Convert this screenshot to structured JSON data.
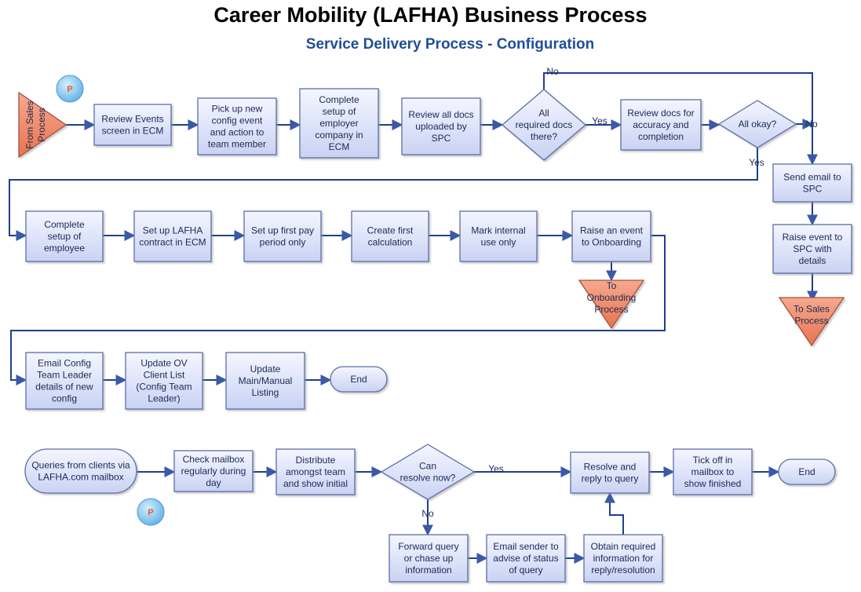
{
  "title": "Career Mobility (LAFHA) Business Process",
  "subtitle": "Service Delivery Process - Configuration",
  "colors": {
    "box_fill_top": "#f4f6ff",
    "box_fill_bottom": "#c9d2f3",
    "box_stroke": "#5a6ea8",
    "connector": "#1f3f8f",
    "offpage_fill": "#f08a6a",
    "offpage_stroke": "#a8503a",
    "badge_fill": "#7fc3ef",
    "badge_text": "#e8572a",
    "title_color": "#000000",
    "subtitle_color": "#1f4e97"
  },
  "badges": [
    {
      "id": "badge-top",
      "label": "P"
    },
    {
      "id": "badge-bottom",
      "label": "P"
    }
  ],
  "nodes": [
    {
      "id": "from-sales",
      "type": "offpage-right",
      "lines": [
        "From Sales",
        "Process"
      ]
    },
    {
      "id": "review-events",
      "type": "process",
      "lines": [
        "Review Events",
        "screen in ECM"
      ]
    },
    {
      "id": "pick-up",
      "type": "process",
      "lines": [
        "Pick up new",
        "config event",
        "and action to",
        "team member"
      ]
    },
    {
      "id": "complete-employer",
      "type": "process",
      "lines": [
        "Complete",
        "setup of",
        "employer",
        "company in",
        "ECM"
      ]
    },
    {
      "id": "review-docs",
      "type": "process",
      "lines": [
        "Review all docs",
        "uploaded by",
        "SPC"
      ]
    },
    {
      "id": "all-docs",
      "type": "decision",
      "lines": [
        "All",
        "required docs",
        "there?"
      ]
    },
    {
      "id": "review-accuracy",
      "type": "process",
      "lines": [
        "Review docs for",
        "accuracy and",
        "completion"
      ]
    },
    {
      "id": "all-okay",
      "type": "decision",
      "lines": [
        "All okay?"
      ]
    },
    {
      "id": "send-email",
      "type": "process",
      "lines": [
        "Send email to",
        "SPC"
      ]
    },
    {
      "id": "raise-spc",
      "type": "process",
      "lines": [
        "Raise event to",
        "SPC with",
        "details"
      ]
    },
    {
      "id": "to-sales",
      "type": "offpage-down",
      "lines": [
        "To Sales",
        "Process"
      ]
    },
    {
      "id": "complete-employee",
      "type": "process",
      "lines": [
        "Complete",
        "setup of",
        "employee"
      ]
    },
    {
      "id": "setup-lafha",
      "type": "process",
      "lines": [
        "Set up LAFHA",
        "contract in ECM"
      ]
    },
    {
      "id": "setup-pay",
      "type": "process",
      "lines": [
        "Set up first pay",
        "period only"
      ]
    },
    {
      "id": "create-calc",
      "type": "process",
      "lines": [
        "Create first",
        "calculation"
      ]
    },
    {
      "id": "mark-internal",
      "type": "process",
      "lines": [
        "Mark internal",
        "use only"
      ]
    },
    {
      "id": "raise-onboarding",
      "type": "process",
      "lines": [
        "Raise an event",
        "to Onboarding"
      ]
    },
    {
      "id": "to-onboarding",
      "type": "offpage-down",
      "lines": [
        "To",
        "Onboarding",
        "Process"
      ]
    },
    {
      "id": "email-config",
      "type": "process",
      "lines": [
        "Email Config",
        "Team Leader",
        "details of new",
        "config"
      ]
    },
    {
      "id": "update-ov",
      "type": "process",
      "lines": [
        "Update OV",
        "Client List",
        "(Config Team",
        "Leader)"
      ]
    },
    {
      "id": "update-main",
      "type": "process",
      "lines": [
        "Update",
        "Main/Manual",
        "Listing"
      ]
    },
    {
      "id": "end-1",
      "type": "terminator",
      "lines": [
        "End"
      ]
    },
    {
      "id": "queries",
      "type": "terminator",
      "lines": [
        "Queries from clients via",
        "LAFHA.com mailbox"
      ]
    },
    {
      "id": "check-mailbox",
      "type": "process",
      "lines": [
        "Check mailbox",
        "regularly during",
        "day"
      ]
    },
    {
      "id": "distribute",
      "type": "process",
      "lines": [
        "Distribute",
        "amongst team",
        "and show initial"
      ]
    },
    {
      "id": "can-resolve",
      "type": "decision",
      "lines": [
        "Can",
        "resolve  now?"
      ]
    },
    {
      "id": "resolve-reply",
      "type": "process",
      "lines": [
        "Resolve and",
        "reply to query"
      ]
    },
    {
      "id": "tick-off",
      "type": "process",
      "lines": [
        "Tick off in",
        "mailbox to",
        "show finished"
      ]
    },
    {
      "id": "end-2",
      "type": "terminator",
      "lines": [
        "End"
      ]
    },
    {
      "id": "forward-query",
      "type": "process",
      "lines": [
        "Forward query",
        "or chase up",
        "information"
      ]
    },
    {
      "id": "email-sender",
      "type": "process",
      "lines": [
        "Email sender to",
        "advise of status",
        "of query"
      ]
    },
    {
      "id": "obtain-info",
      "type": "process",
      "lines": [
        "Obtain required",
        "information for",
        "reply/resolution"
      ]
    }
  ],
  "edge_labels": [
    {
      "id": "all-docs-no",
      "text": "No"
    },
    {
      "id": "all-docs-yes",
      "text": "Yes"
    },
    {
      "id": "all-okay-no",
      "text": "No"
    },
    {
      "id": "all-okay-yes",
      "text": "Yes"
    },
    {
      "id": "can-resolve-yes",
      "text": "Yes"
    },
    {
      "id": "can-resolve-no",
      "text": "No"
    }
  ]
}
